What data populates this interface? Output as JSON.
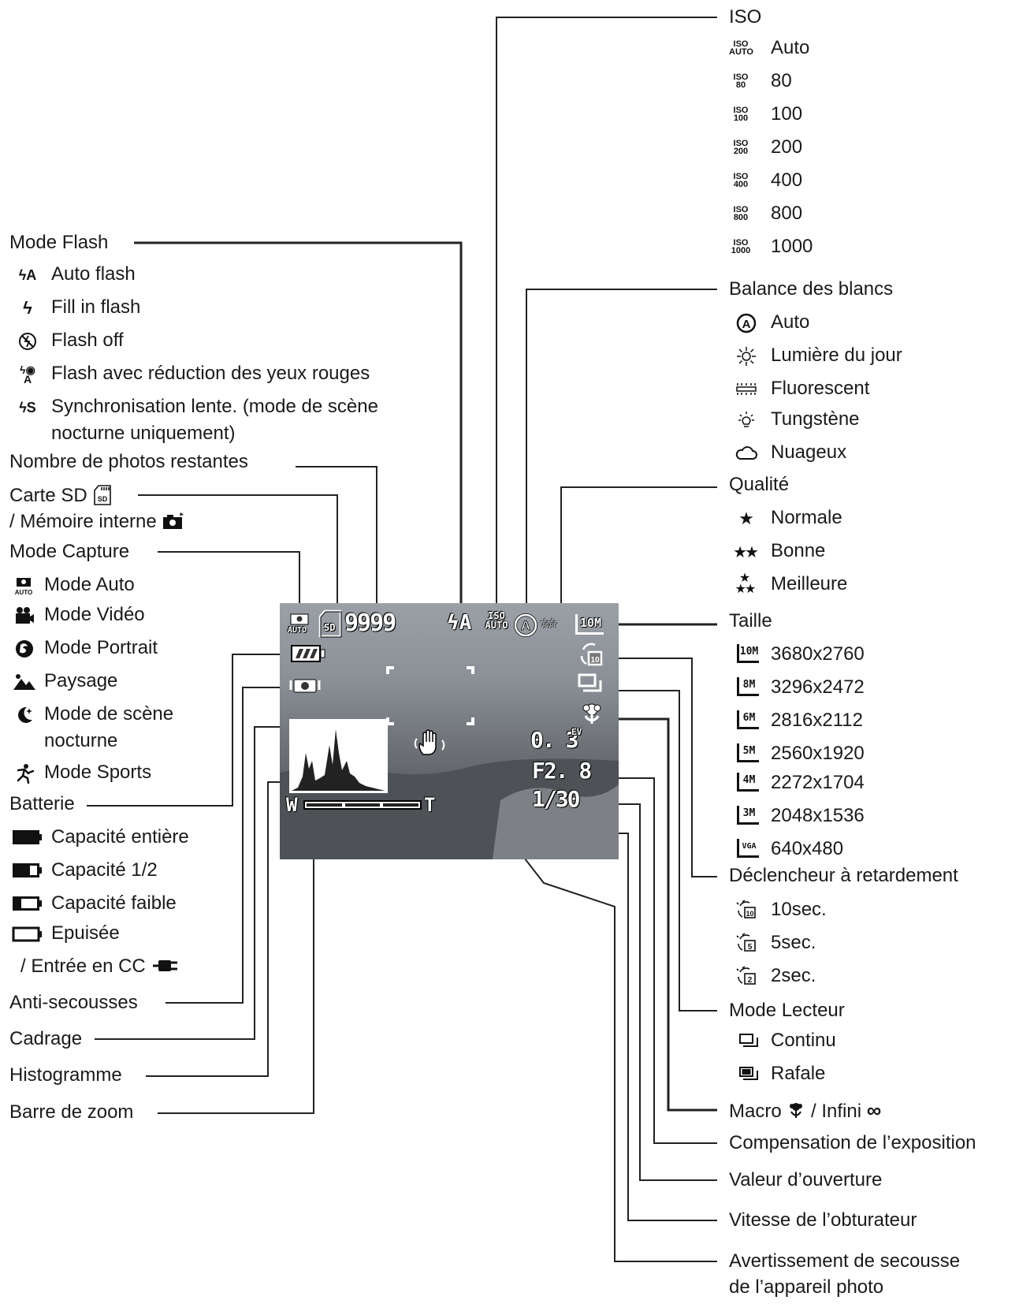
{
  "iso": {
    "title": "ISO",
    "items": [
      {
        "icon": "ISO AUTO",
        "label": "Auto"
      },
      {
        "icon": "ISO 80",
        "label": "80"
      },
      {
        "icon": "ISO 100",
        "label": "100"
      },
      {
        "icon": "ISO 200",
        "label": "200"
      },
      {
        "icon": "ISO 400",
        "label": "400"
      },
      {
        "icon": "ISO 800",
        "label": "800"
      },
      {
        "icon": "ISO 1000",
        "label": "1000"
      }
    ]
  },
  "flash": {
    "title": "Mode Flash",
    "items": [
      {
        "icon": "flash-auto-icon",
        "label": "Auto flash"
      },
      {
        "icon": "flash-fill-icon",
        "label": "Fill in flash"
      },
      {
        "icon": "flash-off-icon",
        "label": "Flash off"
      },
      {
        "icon": "flash-redeye-icon",
        "label": "Flash avec réduction des yeux rouges"
      },
      {
        "icon": "flash-slow-sync-icon",
        "label": "Synchronisation lente. (mode de scène",
        "label2": "nocturne uniquement)"
      }
    ]
  },
  "shots_remaining": {
    "title": "Nombre de photos restantes"
  },
  "storage": {
    "title": "Carte SD",
    "subtitle": "/ Mémoire interne"
  },
  "capture_mode": {
    "title": "Mode Capture",
    "items": [
      {
        "icon": "auto-mode-icon",
        "label": "Mode Auto"
      },
      {
        "icon": "video-camera-icon",
        "label": "Mode Vidéo"
      },
      {
        "icon": "portrait-icon",
        "label": "Mode Portrait"
      },
      {
        "icon": "landscape-icon",
        "label": "Paysage"
      },
      {
        "icon": "night-scene-icon",
        "label": "Mode de scène",
        "label2": "nocturne"
      },
      {
        "icon": "sports-icon",
        "label": "Mode Sports"
      }
    ]
  },
  "battery": {
    "title": "Batterie",
    "items": [
      {
        "icon": "battery-full-icon",
        "label": "Capacité entière"
      },
      {
        "icon": "battery-half-icon",
        "label": "Capacité 1/2"
      },
      {
        "icon": "battery-low-icon",
        "label": "Capacité faible"
      },
      {
        "icon": "battery-empty-icon",
        "label": "Epuisée"
      },
      {
        "icon": "dc-plug-icon",
        "label": "/ Entrée en CC"
      }
    ]
  },
  "left_labels": {
    "anti_shake": "Anti-secousses",
    "framing": "Cadrage",
    "histogram": "Histogramme",
    "zoom_bar": "Barre de zoom"
  },
  "white_balance": {
    "title": "Balance des blancs",
    "items": [
      {
        "icon": "wb-auto-icon",
        "label": "Auto"
      },
      {
        "icon": "sun-icon",
        "label": "Lumière du jour"
      },
      {
        "icon": "fluorescent-icon",
        "label": "Fluorescent"
      },
      {
        "icon": "tungsten-icon",
        "label": "Tungstène"
      },
      {
        "icon": "cloud-icon",
        "label": "Nuageux"
      }
    ]
  },
  "quality": {
    "title": "Qualité",
    "items": [
      {
        "icon": "one-star-icon",
        "label": "Normale"
      },
      {
        "icon": "two-star-icon",
        "label": "Bonne"
      },
      {
        "icon": "three-star-icon",
        "label": "Meilleure"
      }
    ]
  },
  "size": {
    "title": "Taille",
    "items": [
      {
        "icon": "10M",
        "label": "3680x2760"
      },
      {
        "icon": "8M",
        "label": "3296x2472"
      },
      {
        "icon": "6M",
        "label": "2816x2112"
      },
      {
        "icon": "5M",
        "label": "2560x1920"
      },
      {
        "icon": "4M",
        "label": "2272x1704"
      },
      {
        "icon": "3M",
        "label": "2048x1536"
      },
      {
        "icon": "VGA",
        "label": "640x480"
      }
    ]
  },
  "self_timer": {
    "title": "Déclencheur à retardement",
    "items": [
      {
        "icon": "timer-10-icon",
        "label": "10sec."
      },
      {
        "icon": "timer-5-icon",
        "label": "5sec."
      },
      {
        "icon": "timer-2-icon",
        "label": "2sec."
      }
    ]
  },
  "drive_mode": {
    "title": "Mode Lecteur",
    "items": [
      {
        "icon": "continuous-icon",
        "label": "Continu"
      },
      {
        "icon": "burst-icon",
        "label": "Rafale"
      }
    ]
  },
  "right_labels": {
    "macro": "Macro",
    "infinity": "/ Infini",
    "exposure_comp": "Compensation de l’exposition",
    "aperture": "Valeur d’ouverture",
    "shutter": "Vitesse de l’obturateur",
    "shake_warning_1": "Avertissement de secousse",
    "shake_warning_2": "de l’appareil photo"
  },
  "lcd": {
    "shots": "9999",
    "ev": "0. 3",
    "ev_unit": "EV",
    "aperture": "F2. 8",
    "shutter": "1/30",
    "zoom_w": "W",
    "zoom_t": "T",
    "auto_label": "AUTO",
    "sd_label": "SD",
    "iso_label": "ISO AUTO",
    "size_label": "10M",
    "flash_label": "ϟA"
  }
}
